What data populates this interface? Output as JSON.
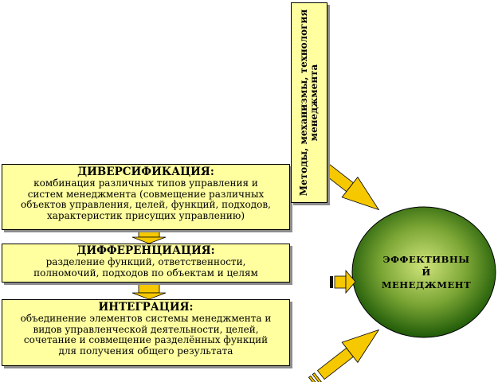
{
  "diversification": {
    "title": "ДИВЕРСИФИКАЦИЯ:",
    "lines": [
      "комбинация различных типов управления и",
      "систем менеджмента (совмещение различных",
      "объектов управления, целей, функций, подходов,",
      "характеристик присущих управлению)"
    ]
  },
  "differentiation": {
    "title": "ДИФФЕРЕНЦИАЦИЯ:",
    "lines": [
      "разделение функций, ответственности,",
      "полномочий, подходов по объектам и целям"
    ]
  },
  "integration": {
    "title": "ИНТЕГРАЦИЯ:",
    "lines": [
      "объединение элементов системы менеджмента и",
      "видов управленческой деятельности, целей,",
      "сочетание и совмещение разделённых функций",
      "для получения общего результата"
    ]
  },
  "methods": {
    "lines": [
      "Методы, механизмы, технология",
      "менеджмента"
    ]
  },
  "effective": {
    "lines": [
      "ЭФФЕКТИВНЫ",
      "Й",
      "МЕНЕДЖМЕНТ"
    ]
  },
  "colors": {
    "box_fill": "#ffffa0",
    "arrow_fill": "#f5c800",
    "circle_center": "#c8df6e",
    "circle_edge": "#1f5a08"
  }
}
